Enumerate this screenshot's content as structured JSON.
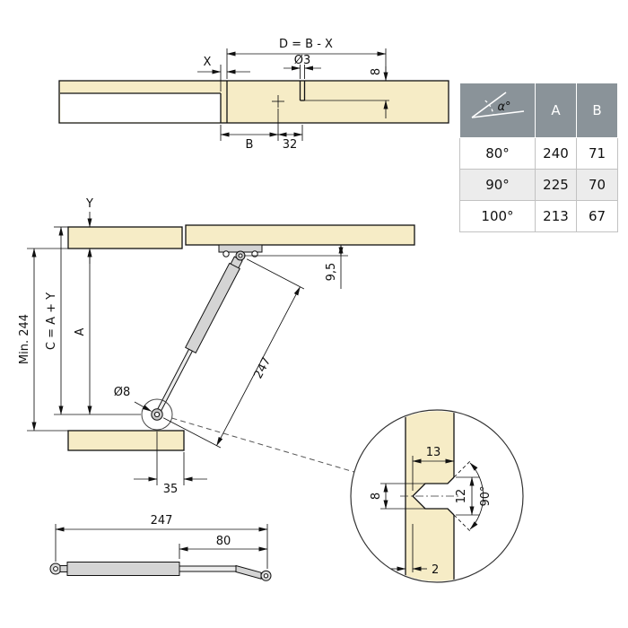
{
  "top_view": {
    "dim_d": "D = B - X",
    "dim_x": "X",
    "dim_hole": "Ø3",
    "dim_depth": "8",
    "dim_b": "B",
    "dim_32": "32"
  },
  "angle_table": {
    "header": {
      "angle_symbol": "α°",
      "col_a": "A",
      "col_b": "B"
    },
    "rows": [
      {
        "angle": "80°",
        "a": "240",
        "b": "71"
      },
      {
        "angle": "90°",
        "a": "225",
        "b": "70"
      },
      {
        "angle": "100°",
        "a": "213",
        "b": "67"
      }
    ]
  },
  "side_view": {
    "dim_y": "Y",
    "dim_min_height": "Min. 244",
    "dim_c": "C = A + Y",
    "dim_a": "A",
    "dim_9_5": "9,5",
    "dim_strut_length": "247",
    "dim_pivot_dia": "Ø8",
    "dim_35": "35"
  },
  "detail_view": {
    "dim_13": "13",
    "dim_8": "8",
    "dim_12": "12",
    "dim_angle": "90°",
    "dim_2": "2"
  },
  "strut_view": {
    "dim_total": "247",
    "dim_rod": "80"
  },
  "colors": {
    "panel_fill": "#f6ecc6",
    "table_header_bg": "#8a9399",
    "line": "#111111"
  }
}
